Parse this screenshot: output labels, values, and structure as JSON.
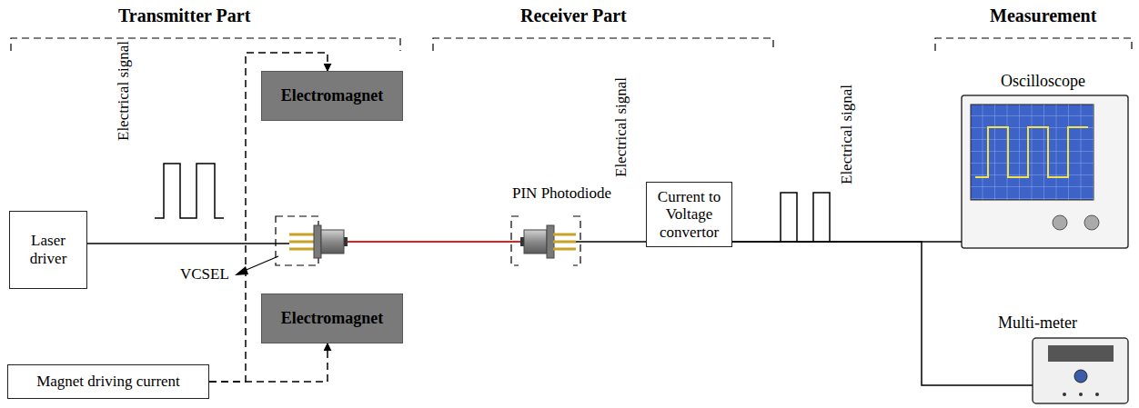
{
  "diagram": {
    "nodes": [
      {
        "text": [
          "Laser driver"
        ]
      },
      {
        "text": [
          "Electromagnet"
        ]
      },
      {
        "text": [
          "Electromagnet"
        ]
      },
      {
        "text": [
          "Magnet driving current"
        ]
      },
      {
        "text": [
          "Current to Voltage convertor"
        ]
      },
      {
        "text": [
          "Oscilloscope"
        ]
      },
      {
        "text": [
          "Multi-meter"
        ]
      }
    ],
    "edges": [
      {
        "from": 3,
        "to": 1,
        "arrow": "to"
      },
      {
        "from": 3,
        "to": 2,
        "arrow": "to"
      },
      {
        "from": 4,
        "to": 5,
        "arrow": "none"
      },
      {
        "from": 4,
        "to": 6,
        "arrow": "none"
      }
    ],
    "labels": [
      "Transmitter Part",
      "Receiver Part",
      "Measurement",
      "Electrical signal",
      "VCSEL",
      "PIN Photodiode",
      "Electrical signal",
      "Electrical signal"
    ]
  }
}
